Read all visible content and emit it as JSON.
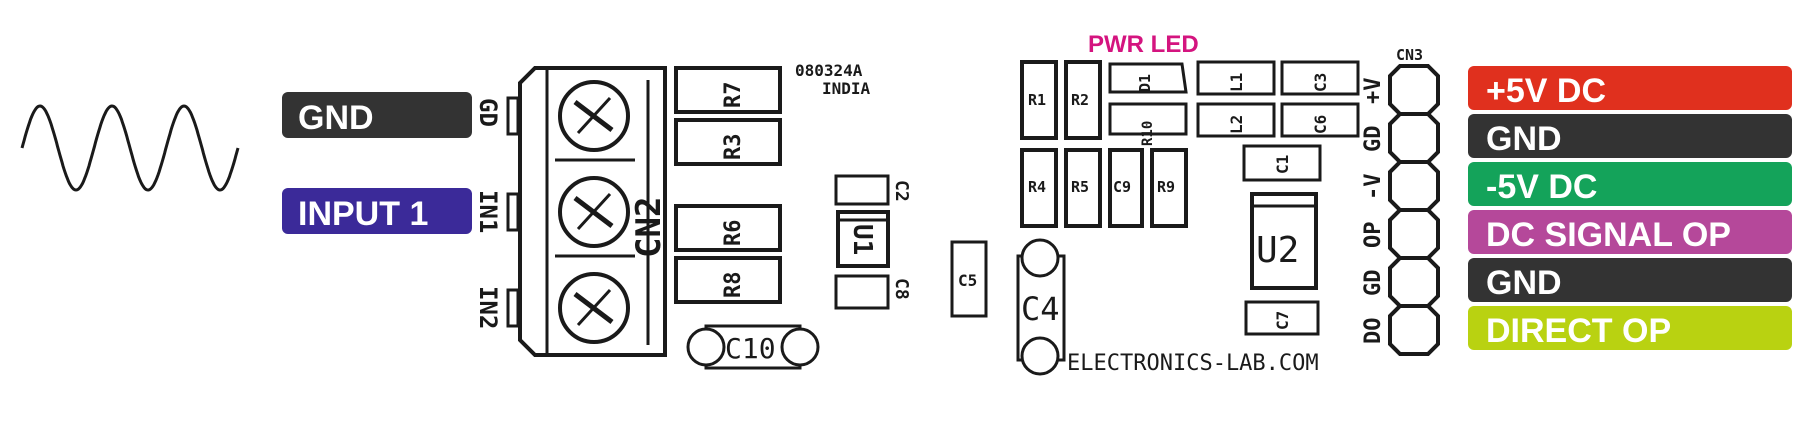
{
  "left_labels": [
    {
      "text": "GND",
      "color": "#333333"
    },
    {
      "text": "INPUT 1",
      "color": "#3b2a99"
    }
  ],
  "right_labels": [
    {
      "text": "+5V DC",
      "color": "#e0301e"
    },
    {
      "text": "GND",
      "color": "#333333"
    },
    {
      "text": "-5V DC",
      "color": "#14a35a"
    },
    {
      "text": "DC SIGNAL OP",
      "color": "#b5489a"
    },
    {
      "text": "GND",
      "color": "#333333"
    },
    {
      "text": "DIRECT OP",
      "color": "#b9d211"
    }
  ],
  "pwr_led": {
    "text": "PWR LED",
    "color": "#d4147f"
  },
  "board_id": {
    "line1": "080324A",
    "line2": "INDIA"
  },
  "website": "ELECTRONICS-LAB.COM",
  "terminal": {
    "name": "CN2",
    "pins": [
      "GD",
      "IN1",
      "IN2"
    ]
  },
  "header": {
    "name": "CN3",
    "pins": [
      "+V",
      "GD",
      "-V",
      "OP",
      "GD",
      "DO"
    ]
  },
  "parts": {
    "r7": "R7",
    "r3": "R3",
    "r6": "R6",
    "r8": "R8",
    "c10": "C10",
    "c2": "C2",
    "u1": "U1",
    "c8": "C8",
    "c5": "C5",
    "c4": "C4",
    "r1": "R1",
    "r2": "R2",
    "d1": "D1",
    "r10": "R10",
    "l1": "L1",
    "l2": "L2",
    "c3": "C3",
    "c6": "C6",
    "r4": "R4",
    "r5": "R5",
    "c9": "C9",
    "r9": "R9",
    "c1": "C1",
    "u2": "U2",
    "c7": "C7"
  }
}
